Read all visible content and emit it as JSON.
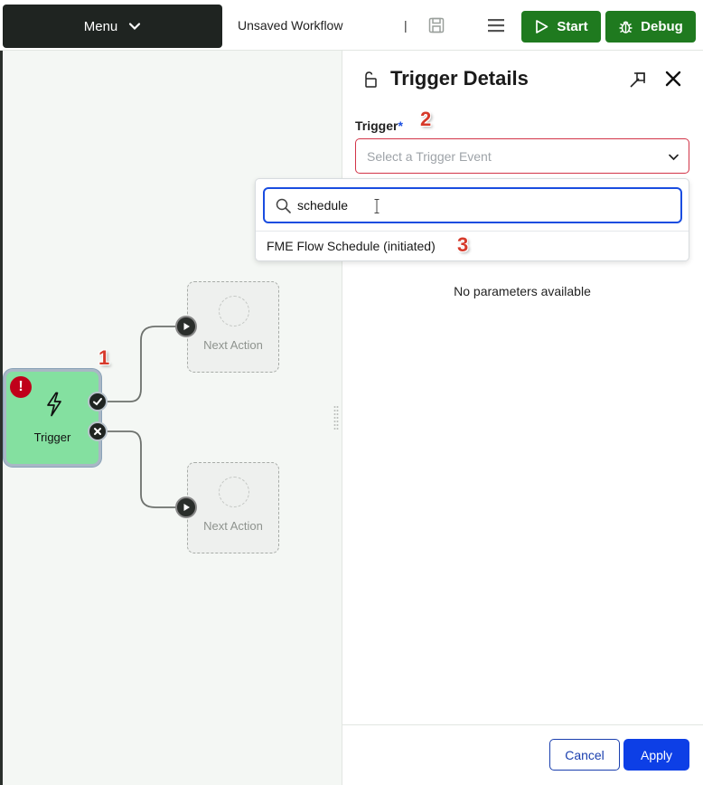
{
  "topbar": {
    "menu_label": "Menu",
    "workflow_title": "Unsaved Workflow",
    "separator": "|",
    "start_label": "Start",
    "debug_label": "Debug",
    "icons": [
      "chevron-down-icon",
      "save-icon",
      "hamburger-icon",
      "play-icon",
      "bug-icon"
    ]
  },
  "canvas": {
    "trigger_node": {
      "label": "Trigger",
      "error_badge": "!",
      "icon": "lightning-icon"
    },
    "next_actions": [
      {
        "label": "Next Action"
      },
      {
        "label": "Next Action"
      }
    ],
    "step_markers": [
      "1",
      "2",
      "3"
    ]
  },
  "panel": {
    "title": "Trigger Details",
    "trigger_label": "Trigger",
    "required_mark": "*",
    "select_placeholder": "Select a Trigger Event",
    "search_value": "schedule",
    "option": "FME Flow Schedule (initiated)",
    "no_params": "No parameters available",
    "cancel_label": "Cancel",
    "apply_label": "Apply"
  },
  "colors": {
    "green_button": "#1f7a1f",
    "trigger_fill": "#84e0a0",
    "primary_blue": "#0d3fe6",
    "error_red": "#c0001a",
    "step_red": "#d63a2b"
  }
}
